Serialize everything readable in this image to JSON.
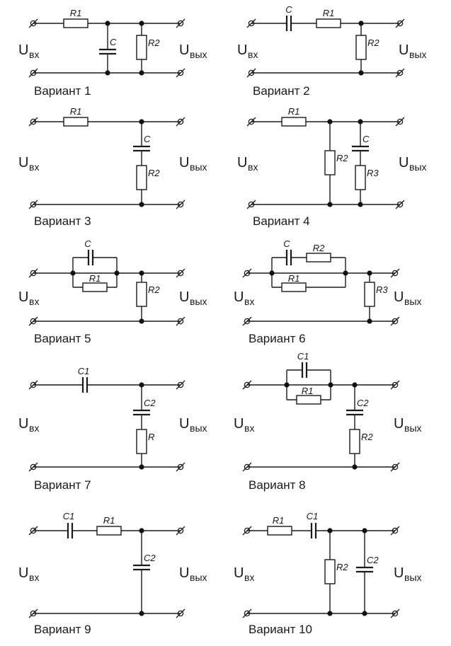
{
  "page": {
    "background": "#ffffff",
    "ink_color": "#1a1a1a"
  },
  "io_labels": {
    "input_main": "U",
    "input_sub": "вх",
    "output_main": "U",
    "output_sub": "вых"
  },
  "variants": [
    {
      "title": "Вариант 1",
      "series": [
        {
          "type": "resistor",
          "label": "R1"
        }
      ],
      "shunts": [
        [
          {
            "type": "capacitor",
            "label": "C"
          }
        ],
        [
          {
            "type": "resistor",
            "label": "R2"
          }
        ]
      ]
    },
    {
      "title": "Вариант 2",
      "series": [
        {
          "type": "capacitor",
          "label": "C"
        },
        {
          "type": "resistor",
          "label": "R1"
        }
      ],
      "shunts": [
        [
          {
            "type": "resistor",
            "label": "R2"
          }
        ]
      ]
    },
    {
      "title": "Вариант 3",
      "series": [
        {
          "type": "resistor",
          "label": "R1"
        }
      ],
      "shunts": [
        [
          {
            "type": "capacitor",
            "label": "C"
          },
          {
            "type": "resistor",
            "label": "R2"
          }
        ]
      ]
    },
    {
      "title": "Вариант 4",
      "series": [
        {
          "type": "resistor",
          "label": "R1"
        }
      ],
      "shunts": [
        [
          {
            "type": "resistor",
            "label": "R2"
          }
        ],
        [
          {
            "type": "capacitor",
            "label": "C"
          },
          {
            "type": "resistor",
            "label": "R3"
          }
        ]
      ]
    },
    {
      "title": "Вариант 5",
      "series": [
        {
          "type": "parallel",
          "upper": [
            {
              "type": "capacitor",
              "label": "C"
            }
          ],
          "lower": [
            {
              "type": "resistor",
              "label": "R1"
            }
          ]
        }
      ],
      "shunts": [
        [
          {
            "type": "resistor",
            "label": "R2"
          }
        ]
      ]
    },
    {
      "title": "Вариант 6",
      "series": [
        {
          "type": "parallel",
          "upper": [
            {
              "type": "capacitor",
              "label": "C"
            },
            {
              "type": "resistor",
              "label": "R2"
            }
          ],
          "lower": [
            {
              "type": "resistor",
              "label": "R1"
            }
          ]
        }
      ],
      "shunts": [
        [
          {
            "type": "resistor",
            "label": "R3"
          }
        ]
      ]
    },
    {
      "title": "Вариант 7",
      "series": [
        {
          "type": "capacitor",
          "label": "C1"
        }
      ],
      "shunts": [
        [
          {
            "type": "capacitor",
            "label": "C2"
          },
          {
            "type": "resistor",
            "label": "R"
          }
        ]
      ]
    },
    {
      "title": "Вариант 8",
      "series": [
        {
          "type": "parallel",
          "upper": [
            {
              "type": "capacitor",
              "label": "C1"
            }
          ],
          "lower": [
            {
              "type": "resistor",
              "label": "R1"
            }
          ]
        }
      ],
      "shunts": [
        [
          {
            "type": "capacitor",
            "label": "C2"
          },
          {
            "type": "resistor",
            "label": "R2"
          }
        ]
      ]
    },
    {
      "title": "Вариант 9",
      "series": [
        {
          "type": "capacitor",
          "label": "C1"
        },
        {
          "type": "resistor",
          "label": "R1"
        }
      ],
      "shunts": [
        [
          {
            "type": "capacitor",
            "label": "C2"
          }
        ]
      ]
    },
    {
      "title": "Вариант 10",
      "series": [
        {
          "type": "resistor",
          "label": "R1"
        },
        {
          "type": "capacitor",
          "label": "C1"
        }
      ],
      "shunts": [
        [
          {
            "type": "resistor",
            "label": "R2"
          }
        ],
        [
          {
            "type": "capacitor",
            "label": "C2"
          }
        ]
      ]
    }
  ]
}
